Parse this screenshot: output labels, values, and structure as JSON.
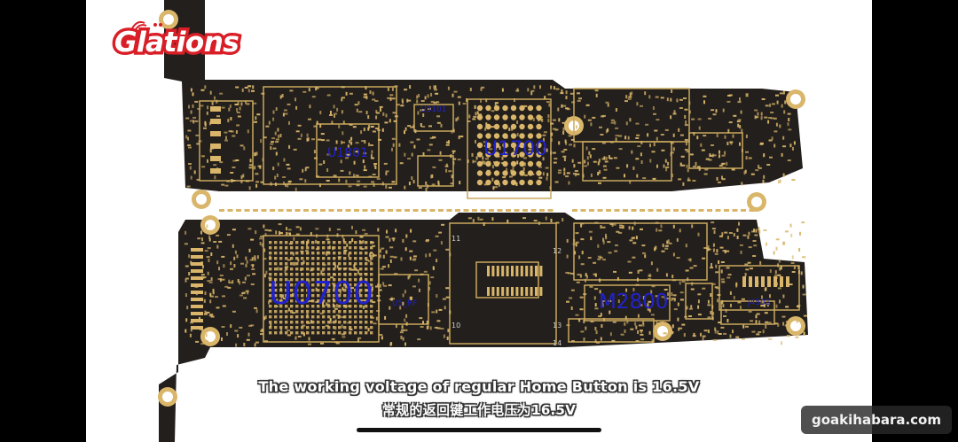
{
  "logo": {
    "text": "Glations",
    "color": "#d81e26"
  },
  "board": {
    "colors": {
      "solder_mask": "#231f1c",
      "pad": "#d9b66a",
      "chip_outline": "#c9a85c",
      "label": "#2222cc"
    },
    "chip_labels": {
      "u1801": "U1801",
      "u1700": "U1700",
      "u0700": "U0700",
      "m2800": "M2800",
      "cpu_small": "U5_RF",
      "j4501": "J4501",
      "k_small": "U3101"
    },
    "connector_numbers": {
      "n11": "11",
      "n12": "12",
      "n13": "13",
      "n14": "14",
      "n10": "10",
      "n13b": "13"
    }
  },
  "subtitles": {
    "english": "The working voltage of regular Home Button is 16.5V",
    "chinese": "常规的返回键工作电压为16.5V"
  },
  "watermark": {
    "text": "goakihabara.com"
  }
}
